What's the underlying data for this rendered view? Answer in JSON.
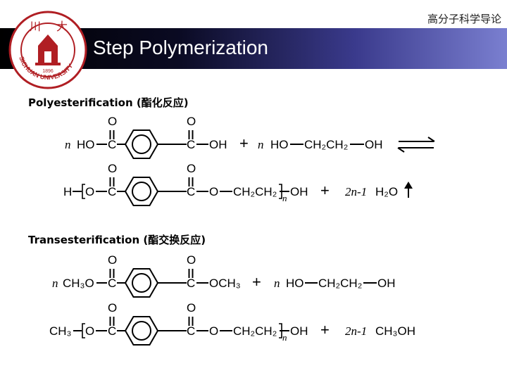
{
  "header": {
    "course_title": "高分子科学导论",
    "slide_title": "Step Polymerization"
  },
  "logo": {
    "name": "Sichuan University seal",
    "year": "1896",
    "ring_text": "SICHUAN UNIVERSITY"
  },
  "sections": {
    "polyesterification": "Polyesterification (酯化反应)",
    "transesterification": "Transesterification (酯交换反应)"
  },
  "reaction1": {
    "reactant1": {
      "prefix_italic": "n",
      "left_group": "HO",
      "right_group": "OH",
      "carbon": "C",
      "oxygen": "O"
    },
    "plus": "+",
    "reactant2": {
      "prefix_italic": "n",
      "left": "HO",
      "mid": "CH₂CH₂",
      "right": "OH"
    },
    "product": {
      "end": "H",
      "link_o": "O",
      "chain": "CH₂CH₂",
      "repeat": "n",
      "tail": "OH"
    },
    "byproduct": {
      "coef_italic": "2n-1",
      "formula": "H₂O"
    }
  },
  "reaction2": {
    "reactant1": {
      "prefix_italic": "n",
      "left_group": "CH₃O",
      "right_group": "OCH₃",
      "carbon": "C",
      "oxygen": "O"
    },
    "plus": "+",
    "reactant2": {
      "prefix_italic": "n",
      "left": "HO",
      "mid": "CH₂CH₂",
      "right": "OH"
    },
    "product": {
      "end": "CH₃",
      "link_o": "O",
      "chain": "CH₂CH₂",
      "repeat": "n",
      "tail": "OH"
    },
    "byproduct": {
      "coef_italic": "2n-1",
      "formula": "CH₃OH"
    }
  },
  "colors": {
    "title_bar_start": "#000000",
    "title_bar_end": "#7a7fd0",
    "logo_red": "#b01e23",
    "text": "#000000"
  }
}
